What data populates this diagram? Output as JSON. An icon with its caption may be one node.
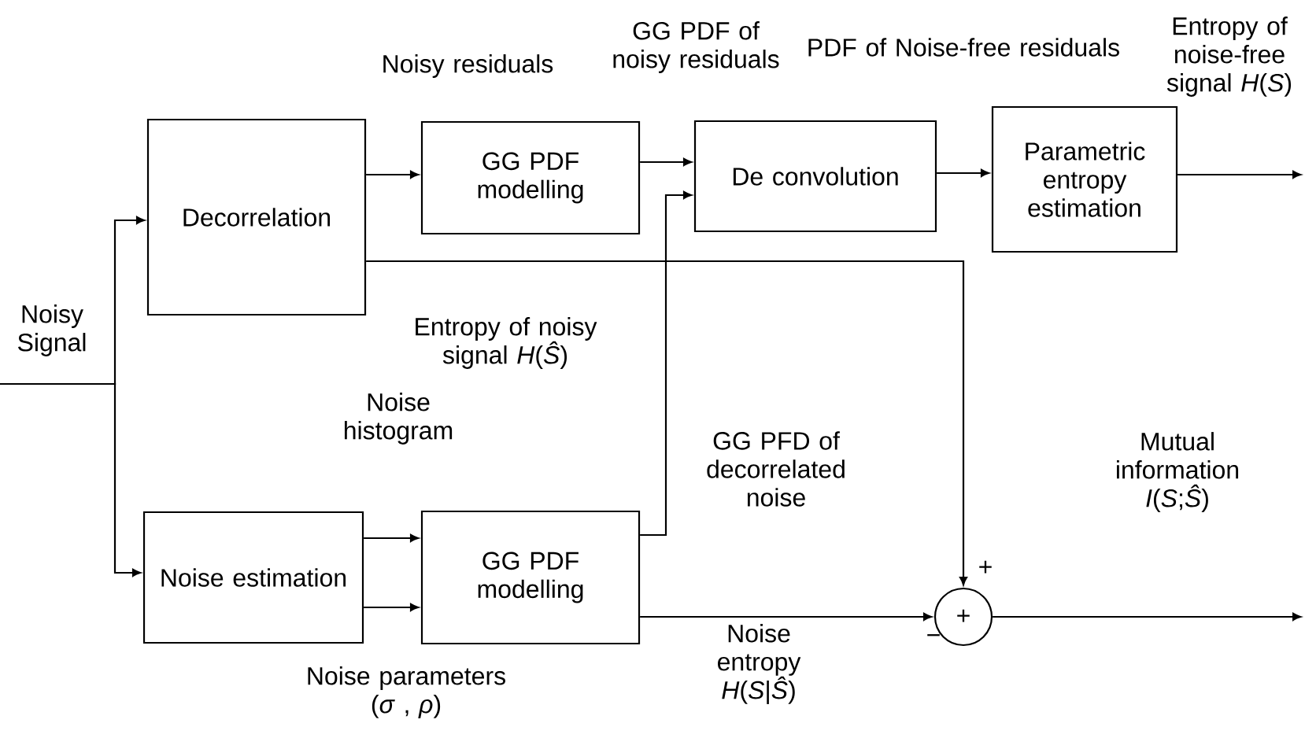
{
  "diagram": {
    "nodes": [
      {
        "text": [
          "Decorrelation"
        ]
      },
      {
        "text": [
          "GG PDF modelling"
        ]
      },
      {
        "text": [
          "De convolution"
        ]
      },
      {
        "text": [
          "Parametric entropy estimation"
        ]
      },
      {
        "text": [
          "Noise estimation"
        ]
      },
      {
        "text": [
          "GG PDF modelling"
        ]
      },
      {
        "text": [
          "+"
        ]
      }
    ],
    "edges": [
      {
        "from": null,
        "to": 0,
        "arrow": "to"
      },
      {
        "from": null,
        "to": 4,
        "arrow": "to"
      },
      {
        "from": 0,
        "to": 1,
        "arrow": "to",
        "label": "Noisy residuals"
      },
      {
        "from": 1,
        "to": 2,
        "arrow": "to",
        "label": "GG PDF of noisy residuals"
      },
      {
        "from": 2,
        "to": 3,
        "arrow": "to",
        "label": "PDF of Noise-free residuals"
      },
      {
        "from": 3,
        "to": null,
        "arrow": "to",
        "label": "Entropy of noise-free signal *H*(*S*)"
      },
      {
        "from": 0,
        "to": 6,
        "arrow": "to",
        "label": "Entropy of noisy signal *H*(*Ŝ*)"
      },
      {
        "from": 4,
        "to": 5,
        "arrow": "to",
        "label": "Noise histogram"
      },
      {
        "from": 4,
        "to": 5,
        "arrow": "to",
        "label": "Noise parameters (*σ* , *ρ*)"
      },
      {
        "from": 5,
        "to": 2,
        "arrow": "to",
        "label": "GG PFD of decorrelated noise"
      },
      {
        "from": 5,
        "to": 6,
        "arrow": "to",
        "label": "Noise entropy *H*(*S*|*Ŝ*)"
      },
      {
        "from": 6,
        "to": null,
        "arrow": "to",
        "label": "Mutual information *I*(*S*;*Ŝ*)"
      }
    ],
    "labels": [
      "Noisy Signal",
      "+",
      "−"
    ]
  }
}
